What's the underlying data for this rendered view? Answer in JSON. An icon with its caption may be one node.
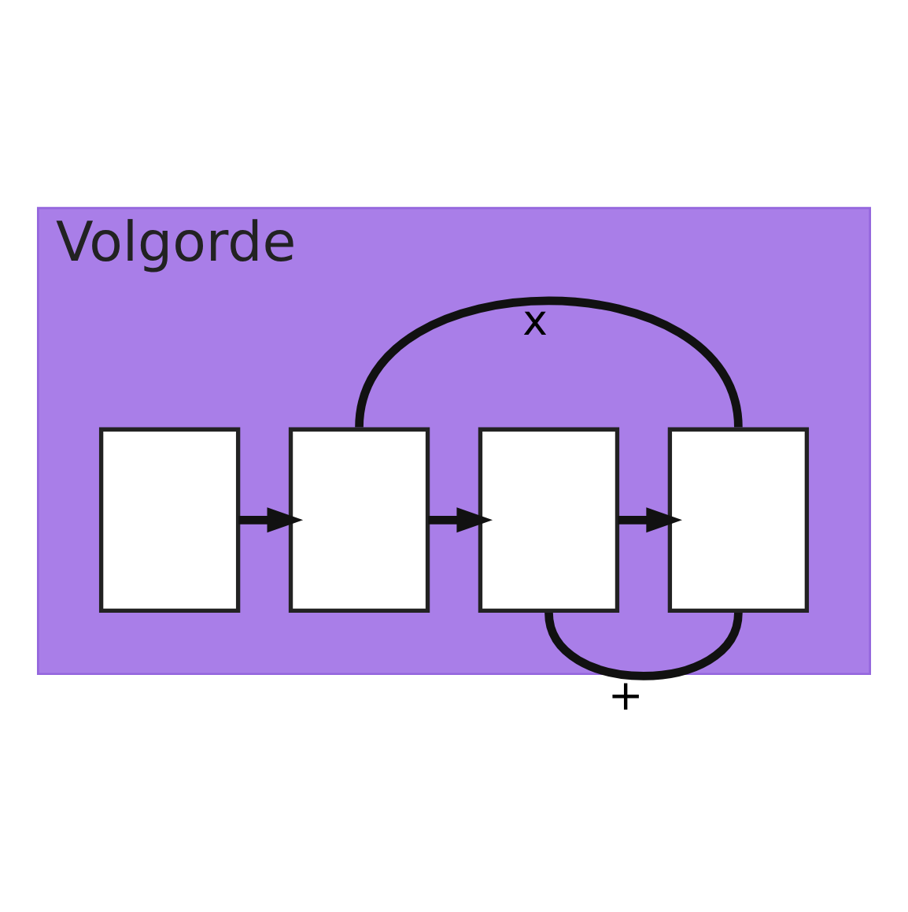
{
  "diagram": {
    "nodes": [
      {
        "text": [
          "Volgorde"
        ]
      },
      {
        "text": [],
        "shape": "box",
        "in": 0
      },
      {
        "text": [],
        "shape": "box",
        "in": 0
      },
      {
        "text": [],
        "shape": "box",
        "in": 0
      },
      {
        "text": [],
        "shape": "box",
        "in": 0
      }
    ],
    "edges": [
      {
        "from": 1,
        "to": 2,
        "arrow": "to"
      },
      {
        "from": 2,
        "to": 3,
        "arrow": "to"
      },
      {
        "from": 3,
        "to": 4,
        "arrow": "to"
      },
      {
        "from": 2,
        "to": 4,
        "arrow": "none",
        "label": "x"
      },
      {
        "from": 3,
        "to": 4,
        "arrow": "none",
        "label": "+"
      }
    ]
  }
}
